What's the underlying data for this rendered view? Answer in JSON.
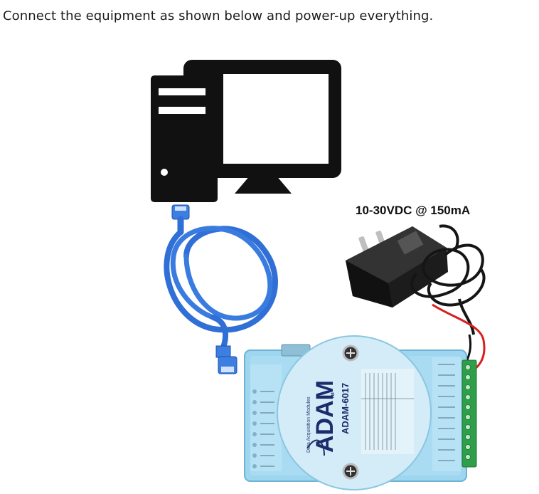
{
  "instruction": "Connect the equipment as shown below and power-up everything.",
  "power_label": "10-30VDC @ 150mA",
  "module": {
    "brand": "ADAM",
    "trademark": "TM",
    "model": "ADAM-6017",
    "subtitle": "Data Acquisition Modules"
  },
  "colors": {
    "device_black": "#111111",
    "cable_blue": "#2f6fd6",
    "module_blue": "#9fd6ef",
    "module_light": "#d3ecf8",
    "terminal_green": "#2f9e4a",
    "wire_red": "#d81f1f"
  },
  "icons": [
    "desktop-computer-icon",
    "ethernet-cable-icon",
    "power-adapter-icon",
    "daq-module-icon"
  ]
}
